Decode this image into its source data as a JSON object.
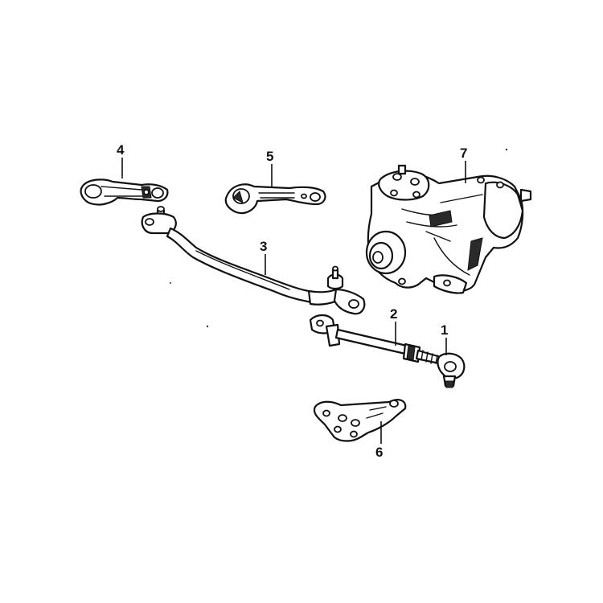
{
  "diagram": {
    "callouts": {
      "part_1": "1",
      "part_2": "2",
      "part_3": "3",
      "part_4": "4",
      "part_5": "5",
      "part_6": "6",
      "part_7": "7"
    },
    "line_color": "#111111",
    "background_color": "#ffffff"
  }
}
